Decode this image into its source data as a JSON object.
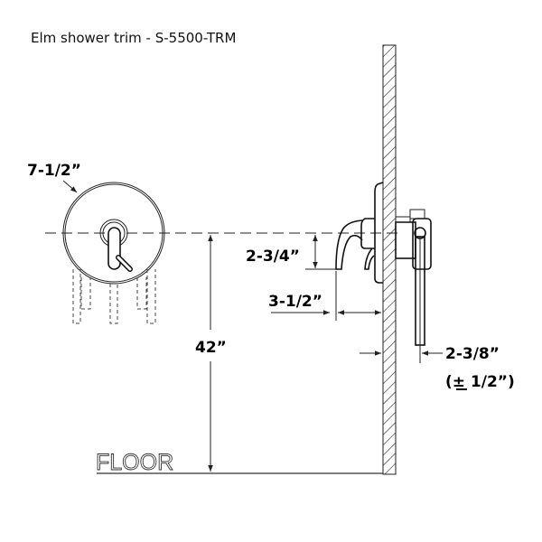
{
  "title": "Elm shower trim - S-5500-TRM",
  "dimensions": {
    "plate_diameter": "7-1/2”",
    "height_from_floor": "42”",
    "handle_drop": "2-3/4”",
    "handle_projection": "3-1/2”",
    "valve_depth": "2-3/8”",
    "valve_depth_tolerance": "(± 1/2”)"
  },
  "floor_label": "FLOOR"
}
